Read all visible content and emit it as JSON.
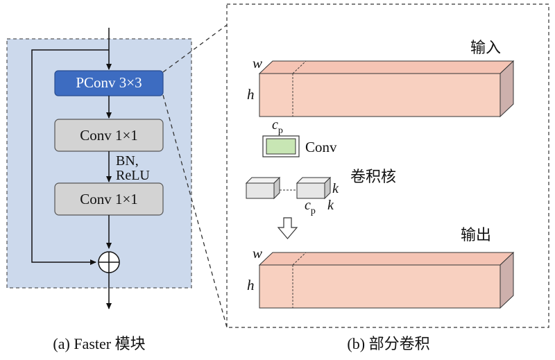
{
  "panel_a": {
    "pconv_label": "PConv 3×3",
    "conv1_label": "Conv 1×1",
    "conv2_label": "Conv 1×1",
    "bn_label": "BN,",
    "relu_label": "ReLU",
    "caption": "(a) Faster 模块",
    "colors": {
      "background": "#ccd9ec",
      "pconv_fill": "#3d6cc1",
      "conv_fill": "#d3d3d3"
    }
  },
  "panel_b": {
    "input_label": "输入",
    "output_label": "输出",
    "w_label": "w",
    "h_label": "h",
    "cp_main": "c",
    "cp_sub": "p",
    "conv_label": "Conv",
    "kernel_label": "卷积核",
    "k_label": "k",
    "caption": "(b) 部分卷积",
    "colors": {
      "tensor_front": "#f8d0c0",
      "tensor_side": "#cdb0ac",
      "conv_icon_fill": "#c8e6b4"
    }
  }
}
